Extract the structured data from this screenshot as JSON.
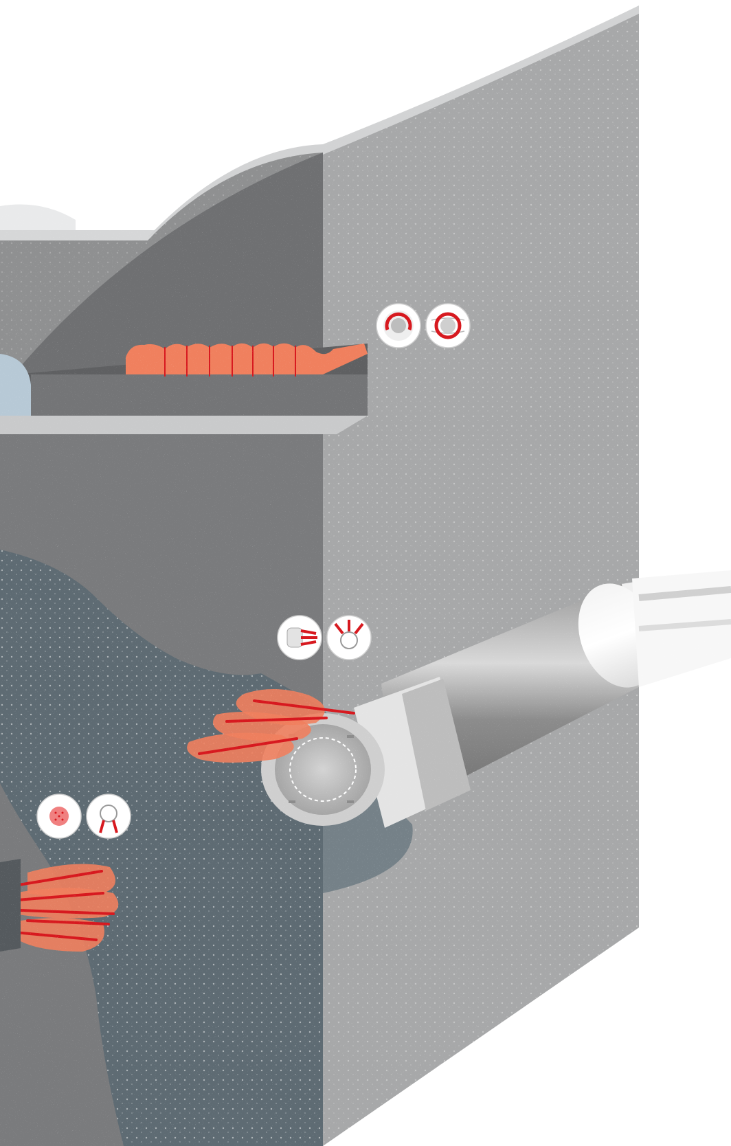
{
  "diagram": {
    "kind": "tunnel-construction-cross-section",
    "colors": {
      "background": "#ffffff",
      "rock_front": "#8e8f90",
      "rock_side": "#a9aaab",
      "rock_top": "#c9cacb",
      "rock_dark": "#6b6c6e",
      "fault_zone": "#5e6b73",
      "grout_orange": "#f0805e",
      "anchor_red": "#d7191f",
      "sky_blue": "#b7c9d6",
      "pipe_light": "#e6e6e6"
    },
    "icons": [
      {
        "name": "ring-lining-partial-icon",
        "group": "upper"
      },
      {
        "name": "ring-lining-full-icon",
        "group": "upper"
      },
      {
        "name": "umbrella-arch-icon",
        "group": "middle"
      },
      {
        "name": "radial-anchors-icon",
        "group": "middle"
      },
      {
        "name": "face-grouting-icon",
        "group": "lower"
      },
      {
        "name": "invert-anchors-icon",
        "group": "lower"
      }
    ]
  }
}
